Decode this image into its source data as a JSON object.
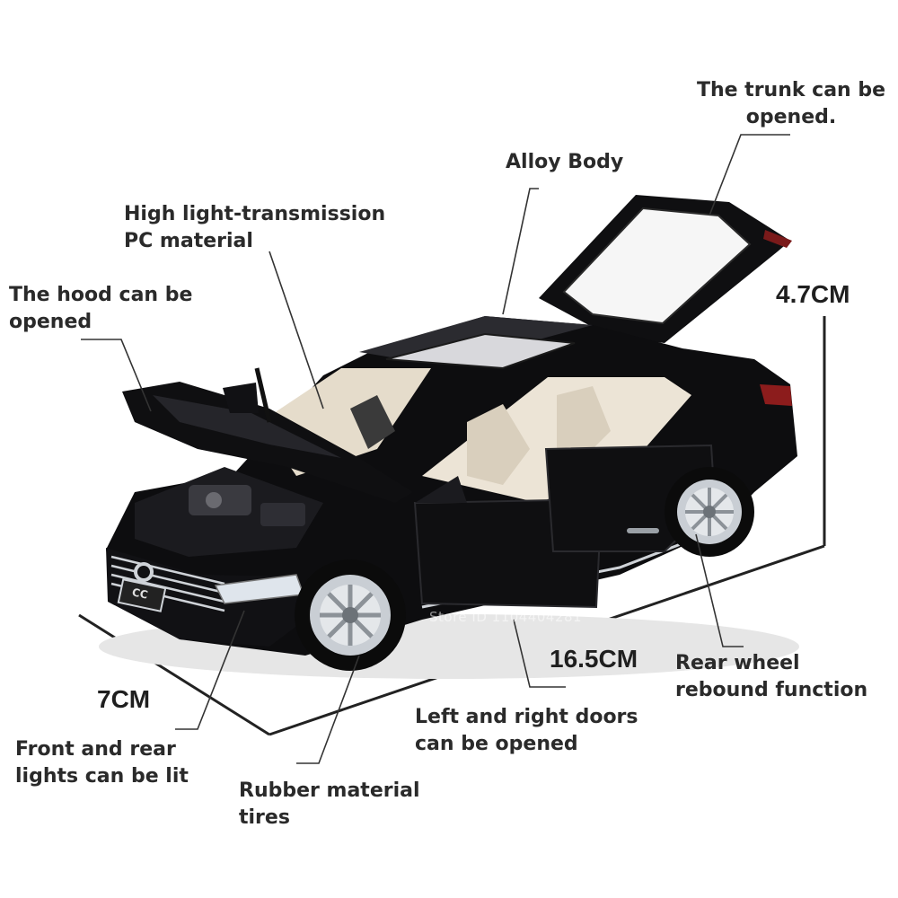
{
  "callouts": {
    "trunk": [
      "The trunk can be",
      "opened."
    ],
    "alloy_body": [
      "Alloy Body"
    ],
    "pc_material": [
      "High light-transmission",
      "PC material"
    ],
    "hood": [
      "The hood can be",
      "opened"
    ],
    "rear_wheel": [
      "Rear wheel",
      "rebound function"
    ],
    "doors": [
      "Left and right doors",
      "can be opened"
    ],
    "lights": [
      "Front and rear",
      "lights can be lit"
    ],
    "tires": [
      "Rubber material",
      "tires"
    ]
  },
  "dimensions": {
    "height": "4.7CM",
    "length": "16.5CM",
    "width": "7CM"
  },
  "badge_text": "CC",
  "watermark": "Store ID 1104404281",
  "colors": {
    "body": "#0d0d0f",
    "interior": "#ece4d6",
    "chrome": "#cfd3d8",
    "label_text": "#2a2a2a"
  }
}
